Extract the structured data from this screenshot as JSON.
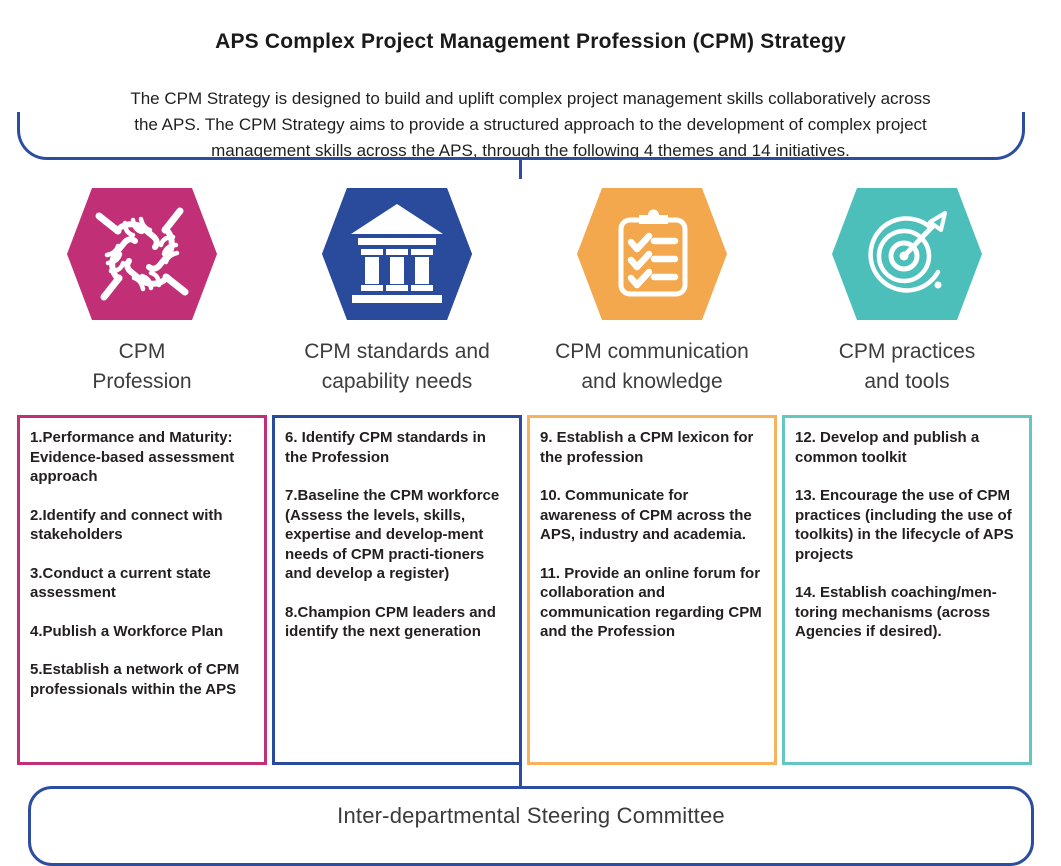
{
  "page": {
    "title": "APS Complex Project Management Profession (CPM) Strategy",
    "intro_lines": [
      "The CPM Strategy is designed to build and uplift complex project management skills collaboratively across",
      "the APS. The CPM Strategy aims to provide a structured approach to the development of complex project",
      "management skills across the APS, through the following 4 themes and 14 initiatives."
    ],
    "footer": "Inter-departmental Steering Committee"
  },
  "colors": {
    "magenta": "#c13076",
    "blue": "#2a4a9c",
    "orange": "#f4a84e",
    "teal": "#4cbfba",
    "bracket_blue": "#2d4da1",
    "text": "#231f20"
  },
  "themes": [
    {
      "icon": "teamwork-hands-icon",
      "color": "#c13076",
      "label": "CPM\nProfession",
      "items": [
        "1.Performance and Maturity: Evidence-based assessment approach",
        "2.Identify and connect with stakeholders",
        "3.Conduct a current state assessment",
        "4.Publish a Workforce Plan",
        "5.Establish a network of CPM professionals within the APS"
      ]
    },
    {
      "icon": "bank-institution-icon",
      "color": "#2a4a9c",
      "label": "CPM standards and\ncapability needs",
      "items": [
        "6. Identify CPM standards in the Profession",
        "7.Baseline the CPM workforce (Assess the levels, skills, expertise and develop-ment needs of CPM practi-tioners and develop a register)",
        "8.Champion CPM leaders and identify the next generation"
      ]
    },
    {
      "icon": "clipboard-checklist-icon",
      "color": "#f4a84e",
      "label": "CPM communication\nand knowledge",
      "items": [
        "9. Establish a CPM lexicon for the profession",
        "10. Communicate for awareness of CPM across the APS, industry and academia.",
        "11. Provide an online forum for collaboration and communication regarding CPM and the Profession"
      ]
    },
    {
      "icon": "target-arrow-icon",
      "color": "#4cbfba",
      "label": "CPM practices\nand tools",
      "items": [
        "12. Develop and publish a common toolkit",
        "13. Encourage the use of CPM practices (including the use of toolkits) in the lifecycle of APS projects",
        "14. Establish coaching/men-toring mechanisms (across Agencies if desired)."
      ]
    }
  ]
}
